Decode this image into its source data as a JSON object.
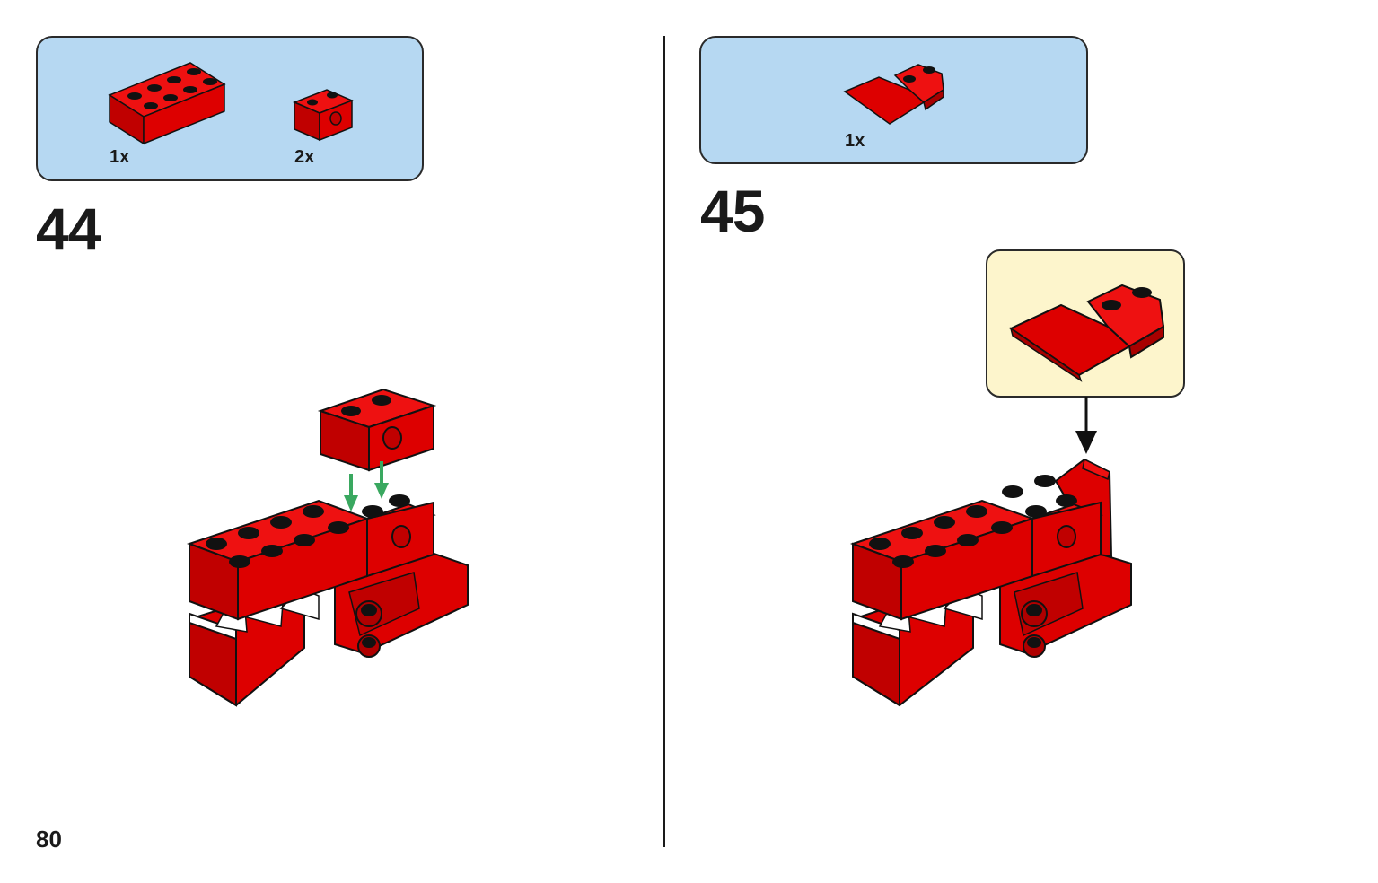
{
  "page": {
    "number": "80"
  },
  "steps": [
    {
      "number": "44",
      "parts": [
        {
          "quantity": "1x",
          "piece": "red 2x4 brick"
        },
        {
          "quantity": "2x",
          "piece": "red 1x2 technic brick with hole"
        }
      ]
    },
    {
      "number": "45",
      "parts": [
        {
          "quantity": "1x",
          "piece": "red curved slope with studs"
        }
      ]
    }
  ],
  "colors": {
    "brick_red": "#dd0000",
    "brick_red_dark": "#a80000",
    "brick_red_top": "#ee1111",
    "stud": "#1a1a1a",
    "parts_box": "#b6d8f2",
    "callout_box": "#fdf5cc",
    "insert_arrow": "#3aa860"
  }
}
